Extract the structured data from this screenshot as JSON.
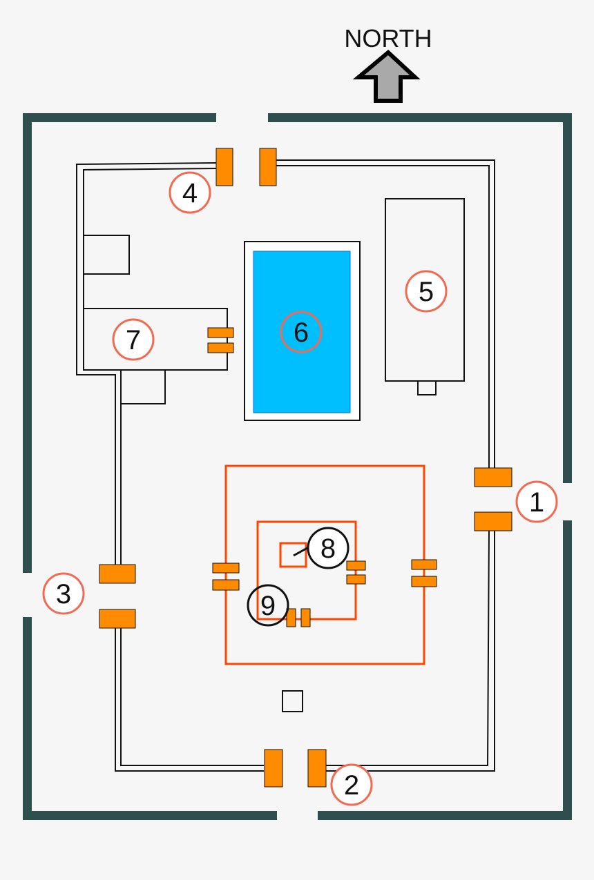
{
  "compass": {
    "text": "NORTH"
  },
  "markers": [
    {
      "id": "1",
      "text": "1",
      "style": "red"
    },
    {
      "id": "2",
      "text": "2",
      "style": "red"
    },
    {
      "id": "3",
      "text": "3",
      "style": "red"
    },
    {
      "id": "4",
      "text": "4",
      "style": "red"
    },
    {
      "id": "5",
      "text": "5",
      "style": "red"
    },
    {
      "id": "6",
      "text": "6",
      "style": "red"
    },
    {
      "id": "7",
      "text": "7",
      "style": "red"
    },
    {
      "id": "8",
      "text": "8",
      "style": "black"
    },
    {
      "id": "9",
      "text": "9",
      "style": "black"
    }
  ],
  "colors": {
    "outer_wall": "#2f4f4f",
    "gate": "#ff8c00",
    "pool": "#00bfff",
    "sanctum": "#ff4500",
    "marker_red": "#f26a52",
    "marker_black": "#111111",
    "background": "#f6f6f6"
  }
}
